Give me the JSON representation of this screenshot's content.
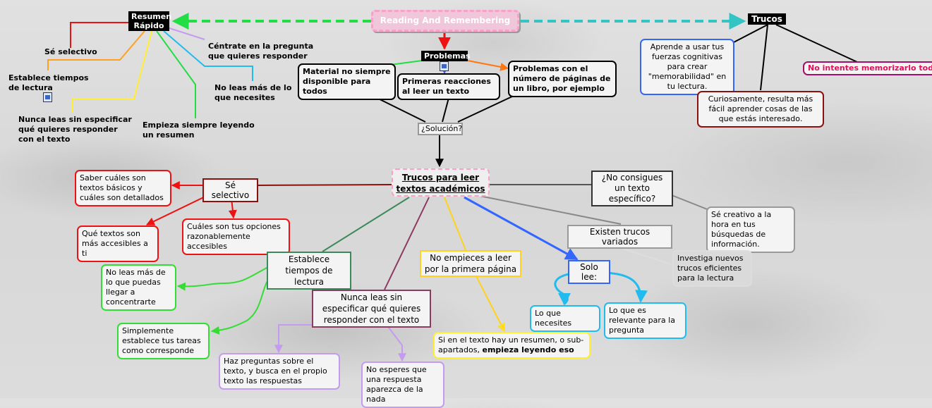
{
  "central": {
    "title": "Reading And Remembering",
    "main_topic": "Trucos para leer textos académicos",
    "solution": "¿Solución?"
  },
  "resumen": {
    "title": "Resumen Rápido",
    "items": [
      "Sé selectivo",
      "Establece tiempos de lectura",
      "Nunca leas sin especificar qué quieres responder con el texto",
      "Empieza siempre leyendo un resumen",
      "No leas más de lo que necesites",
      "Céntrate en la pregunta que quieres responder"
    ]
  },
  "problemas": {
    "title": "Problemas",
    "items": [
      "Material no siempre disponible para todos",
      "Primeras reacciones al leer un texto",
      "Problemas con el número de páginas de un libro, por ejemplo"
    ]
  },
  "trucos": {
    "title": "Trucos",
    "items": [
      "Aprende a usar tus fuerzas cognitivas para crear \"memorabilidad\" en tu lectura.",
      "Curiosamente, resulta más fácil aprender cosas de las que estás interesado.",
      "No intentes memorizarlo todo"
    ]
  },
  "branches": {
    "selectivo": {
      "title": "Sé selectivo",
      "items": [
        "Saber cuáles son textos básicos y cuáles son detallados",
        "Qué textos son más accesibles a ti",
        "Cuáles son tus opciones razonablemente accesibles"
      ]
    },
    "tiempos": {
      "title": "Establece tiempos de lectura",
      "items": [
        "No leas más de lo que puedas llegar a concentrarte",
        "Simplemente establece tus tareas como corresponde"
      ]
    },
    "nunca": {
      "title": "Nunca leas sin especificar qué quieres responder con el texto",
      "items": [
        "Haz preguntas sobre el texto, y busca en el propio texto las respuestas",
        "No esperes que una respuesta aparezca de la nada"
      ]
    },
    "primera": {
      "title": "No empieces a leer por la primera página",
      "item_text": "Si en el texto hay un resumen, o sub-apartados, ",
      "item_bold": "empieza leyendo eso"
    },
    "solo": {
      "title": "Solo lee:",
      "items": [
        "Lo que necesites",
        "Lo que es relevante para la pregunta"
      ]
    },
    "existen": {
      "title": "Existen trucos variados",
      "items": [
        "Investiga nuevos trucos eficientes para la lectura"
      ]
    },
    "noconsigues": {
      "title": "¿No consigues un texto específico?",
      "items": [
        "Sé creativo a la hora en tus búsquedas de información."
      ]
    }
  },
  "colors": {
    "green": "#22dd44",
    "teal": "#33c4c4",
    "red": "#ee1111",
    "orange": "#ff7711",
    "darkred": "#8b1010",
    "seagreen": "#3a8a5a",
    "plum": "#8b3a62",
    "gold": "#ffd21e",
    "blue": "#3366ff",
    "gray": "#888888",
    "lime": "#33dd33",
    "lavender": "#c49bf0",
    "cyan": "#22bbee",
    "yellow": "#ffee33"
  }
}
